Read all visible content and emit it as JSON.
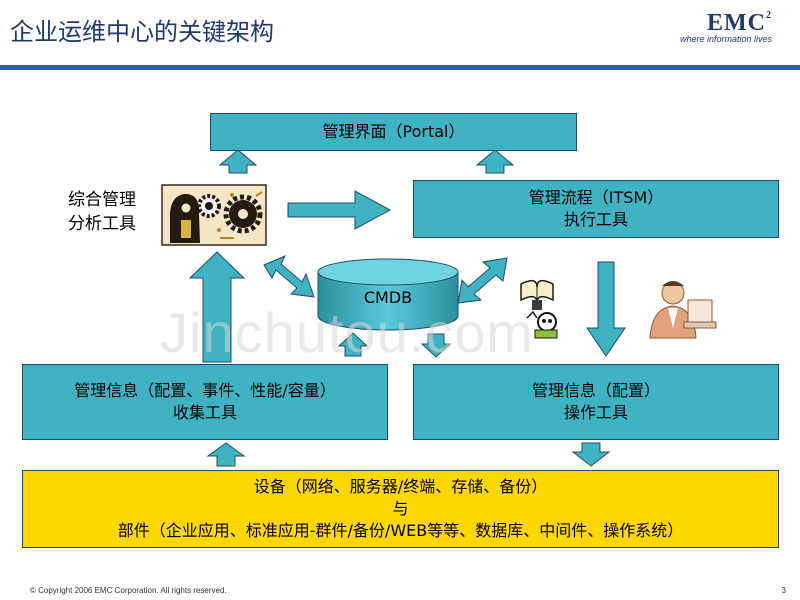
{
  "header": {
    "title": "企业运维中心的关键架构",
    "logo": {
      "brand": "EMC",
      "superscript": "2",
      "tagline": "where information lives"
    }
  },
  "diagram": {
    "portal_box": "管理界面（Portal）",
    "analysis_label_line1": "综合管理",
    "analysis_label_line2": "分析工具",
    "itsm_box_line1": "管理流程（ITSM）",
    "itsm_box_line2": "执行工具",
    "cmdb": "CMDB",
    "collect_box_line1": "管理信息（配置、事件、性能/容量）",
    "collect_box_line2": "收集工具",
    "operate_box_line1": "管理信息（配置）",
    "operate_box_line2": "操作工具",
    "devices_line1": "设备（网络、服务器/终端、存储、备份）",
    "devices_line2": "与",
    "devices_line3": "部件（企业应用、标准应用-群件/备份/WEB等等、数据库、中间件、操作系统）"
  },
  "watermark": "Jinchutou.com",
  "colors": {
    "box": "#3fb3c3",
    "devices": "#ffd700",
    "title": "#1f3a6e",
    "band": "#2e5fa3"
  },
  "footer": {
    "copyright": "© Copyright 2006 EMC Corporation. All rights reserved.",
    "page_number": "3"
  }
}
